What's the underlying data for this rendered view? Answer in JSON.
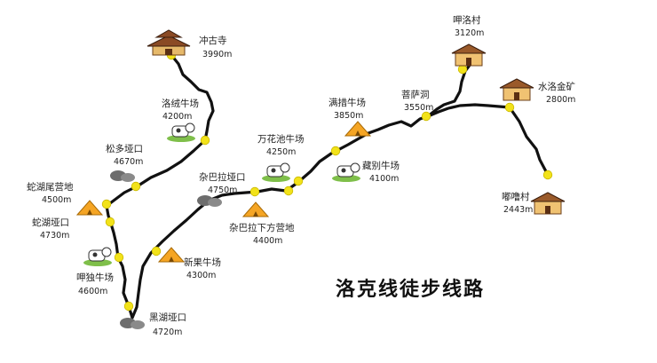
{
  "title": "洛克线徒步线路",
  "places": [
    {
      "key": "chonggusi",
      "name": "冲古寺",
      "elev": "3990m",
      "icon": "temple-icon"
    },
    {
      "key": "luorong",
      "name": "洛绒牛场",
      "elev": "4200m",
      "icon": "cow-icon"
    },
    {
      "key": "songduo",
      "name": "松多垭口",
      "elev": "4670m",
      "icon": "rock-icon"
    },
    {
      "key": "shehuwei",
      "name": "蛇湖尾营地",
      "elev": "4500m",
      "icon": "tent-icon"
    },
    {
      "key": "shehuyakou",
      "name": "蛇湖垭口",
      "elev": "4730m",
      "icon": "none"
    },
    {
      "key": "huduniu",
      "name": "呷独牛场",
      "elev": "4600m",
      "icon": "cow-icon"
    },
    {
      "key": "heihu",
      "name": "黑湖垭口",
      "elev": "4720m",
      "icon": "rock-icon"
    },
    {
      "key": "xinguo",
      "name": "新果牛场",
      "elev": "4300m",
      "icon": "tent-icon"
    },
    {
      "key": "zabalayakou",
      "name": "杂巴拉垭口",
      "elev": "4750m",
      "icon": "rock-icon"
    },
    {
      "key": "zabalaxiafang",
      "name": "杂巴拉下方营地",
      "elev": "4400m",
      "icon": "tent-icon"
    },
    {
      "key": "wanhuachi",
      "name": "万花池牛场",
      "elev": "4250m",
      "icon": "cow-icon"
    },
    {
      "key": "mancuo",
      "name": "满措牛场",
      "elev": "3850m",
      "icon": "tent-icon"
    },
    {
      "key": "cangbie",
      "name": "藏别牛场",
      "elev": "4100m",
      "icon": "cow-icon"
    },
    {
      "key": "pusadong",
      "name": "菩萨洞",
      "elev": "3550m",
      "icon": "none"
    },
    {
      "key": "huluocun",
      "name": "呷洛村",
      "elev": "3120m",
      "icon": "house-icon"
    },
    {
      "key": "shuiluo",
      "name": "水洛金矿",
      "elev": "2800m",
      "icon": "house-icon"
    },
    {
      "key": "dulucun",
      "name": "嘟噜村",
      "elev": "2443m",
      "icon": "house-icon"
    }
  ]
}
